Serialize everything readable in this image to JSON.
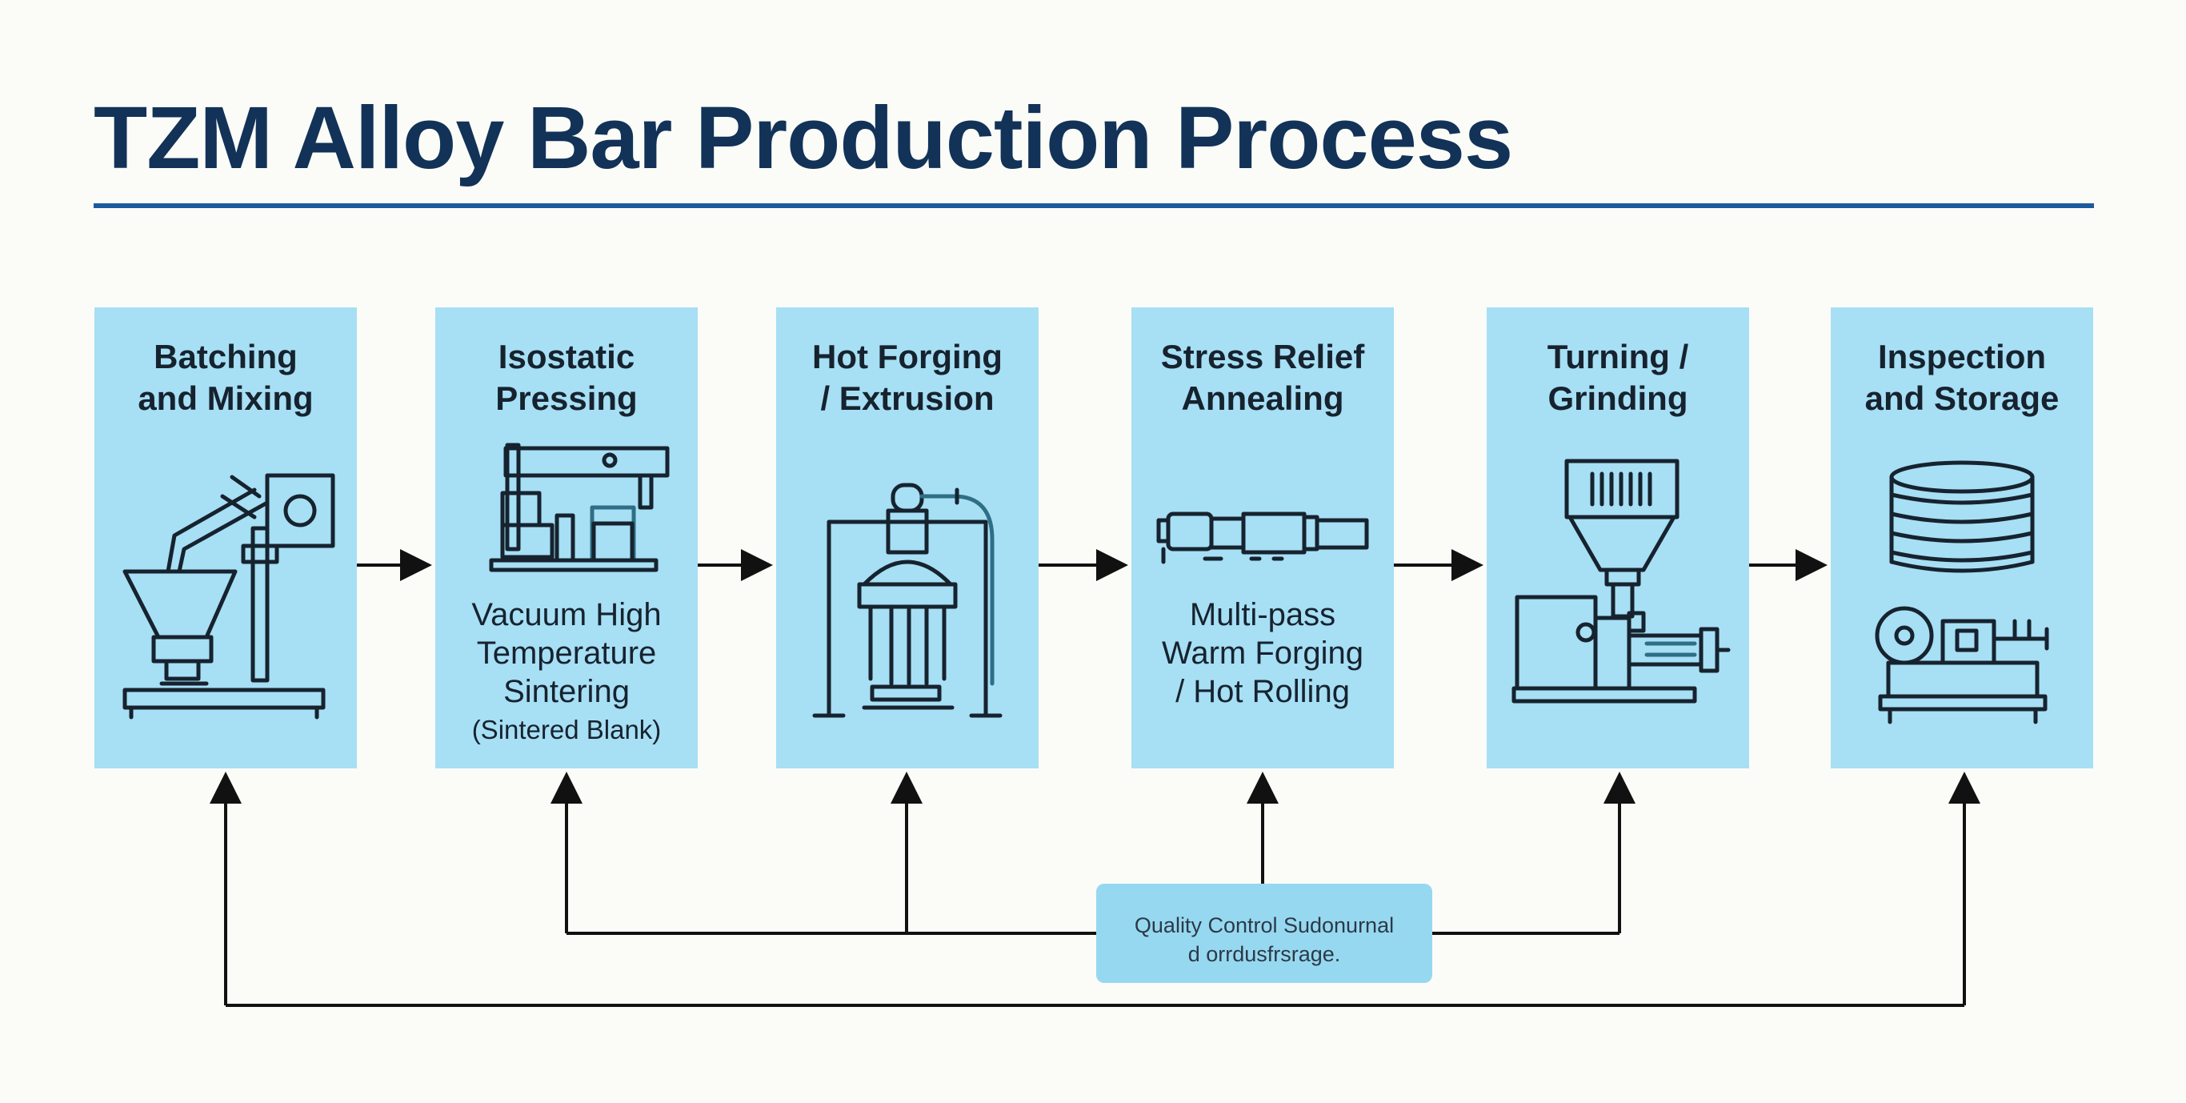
{
  "title": "TZM Alloy Bar Production Process",
  "colors": {
    "title": "#123258",
    "rule": "#1c5a9e",
    "box": "#a7dff5",
    "qc_box": "#97d8f1",
    "line": "#111111",
    "background": "#fbfcf7"
  },
  "steps": [
    {
      "title_lines": [
        "Batching",
        "and Mixing"
      ],
      "sub_lines": [],
      "icon": "mixer-hopper-icon"
    },
    {
      "title_lines": [
        "Isostatic",
        "Pressing"
      ],
      "sub_lines": [
        "Vacuum High",
        "Temperature",
        "Sintering"
      ],
      "note": "(Sintered Blank)",
      "icon": "isostatic-press-icon"
    },
    {
      "title_lines": [
        "Hot Forging",
        "/ Extrusion"
      ],
      "sub_lines": [],
      "icon": "forging-press-icon"
    },
    {
      "title_lines": [
        "Stress Relief",
        "Annealing"
      ],
      "sub_lines": [
        "Multi-pass",
        "Warm Forging",
        "/ Hot Rolling"
      ],
      "icon": "annealing-tube-icon"
    },
    {
      "title_lines": [
        "Turning /",
        "Grinding"
      ],
      "sub_lines": [],
      "icon": "lathe-grinder-icon"
    },
    {
      "title_lines": [
        "Inspection",
        "and Storage"
      ],
      "sub_lines": [],
      "icon": "storage-inspection-icon"
    }
  ],
  "qc": {
    "lines": [
      "Quality Control Sudonurnal",
      "d orrdusfrsrage."
    ]
  }
}
